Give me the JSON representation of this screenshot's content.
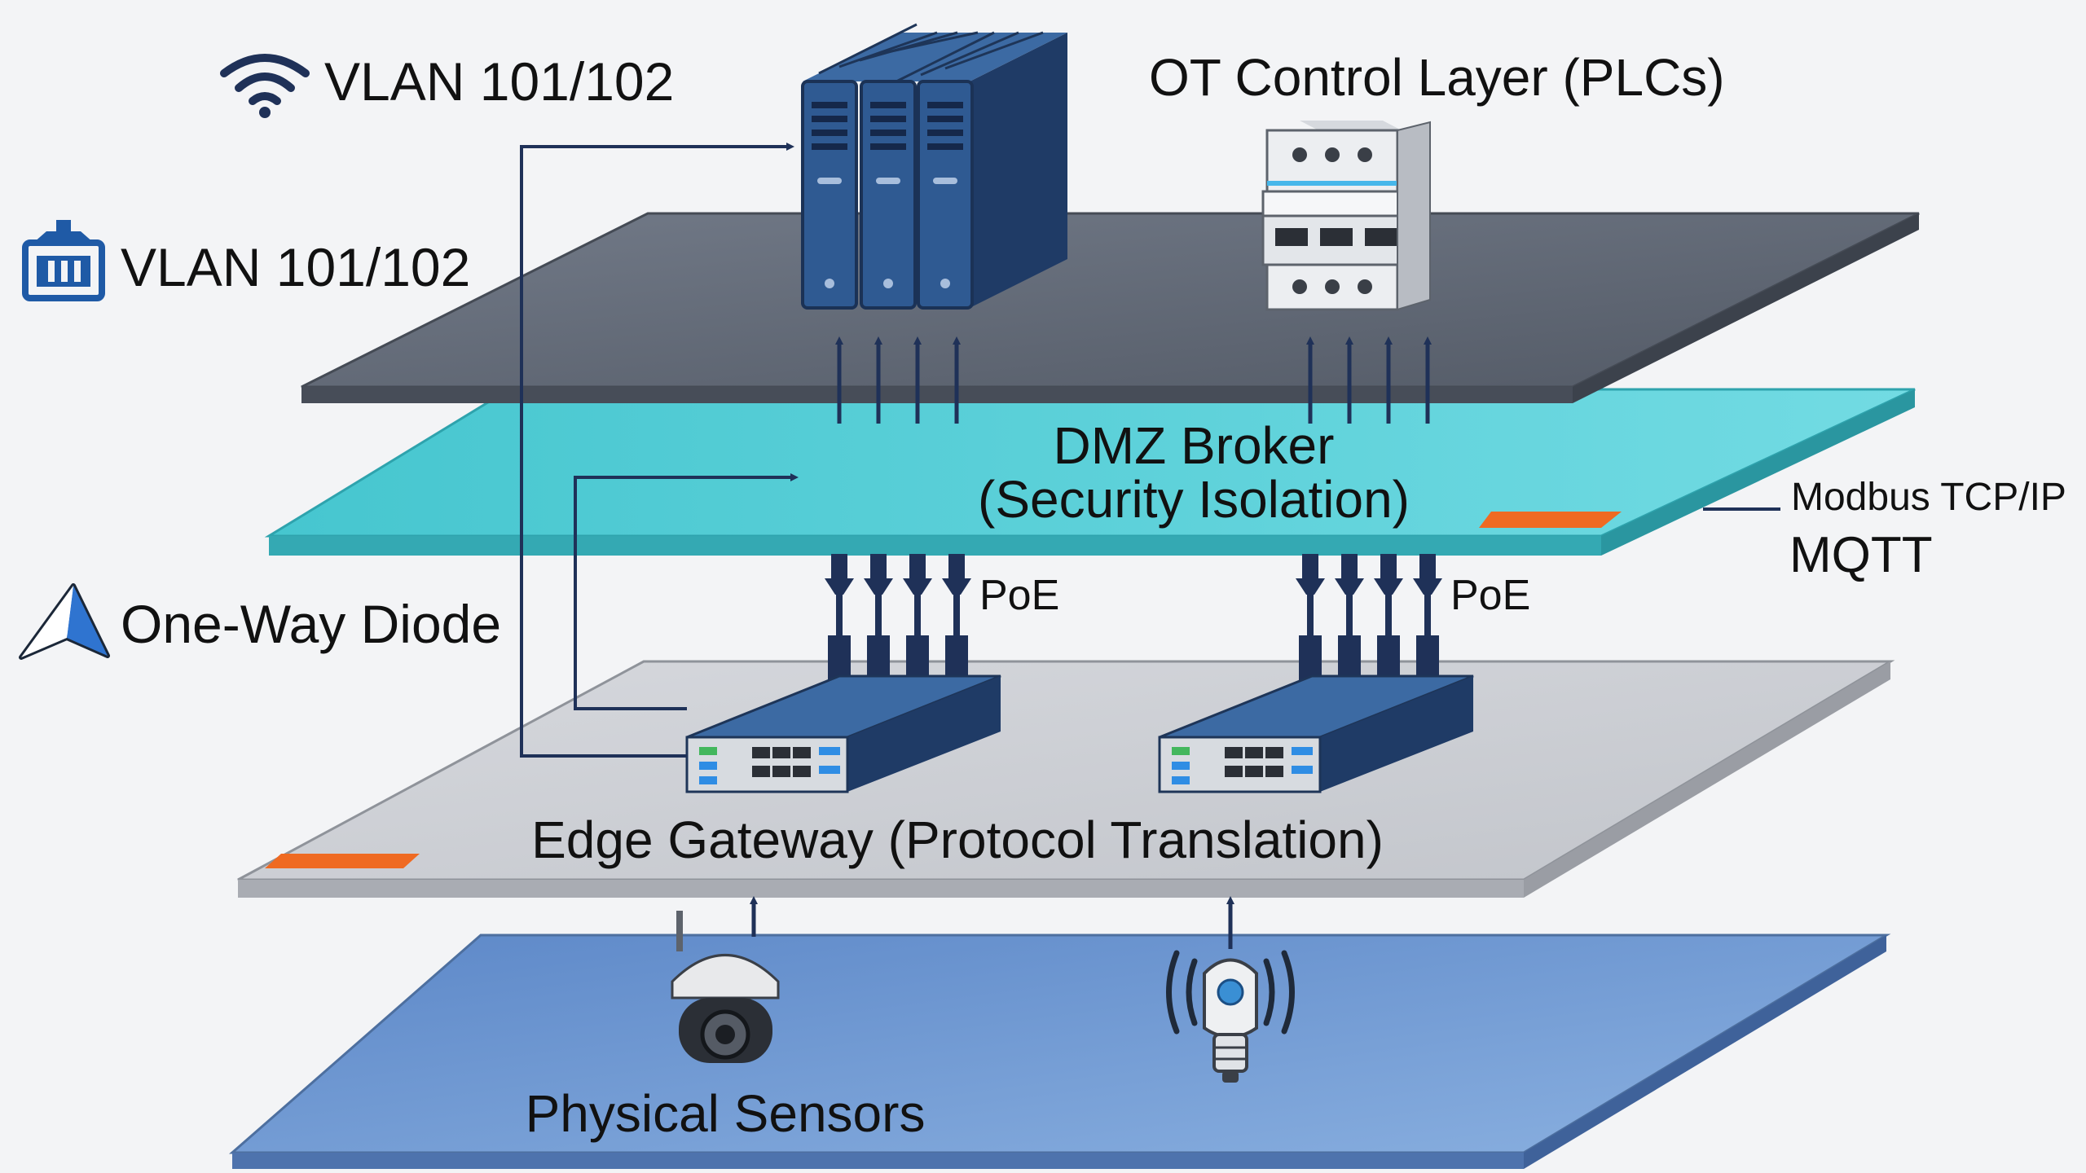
{
  "legend": [
    {
      "icon": "wifi-icon",
      "label": "VLAN 101/102"
    },
    {
      "icon": "network-switch-icon",
      "label": "VLAN 101/102"
    },
    {
      "icon": "diode-arrow-icon",
      "label": "One-Way Diode"
    }
  ],
  "layers": {
    "ot_control": {
      "title": "OT Control Layer (PLCs)"
    },
    "dmz": {
      "title_line1": "DMZ Broker",
      "title_line2": "(Security Isolation)"
    },
    "edge": {
      "title": "Edge Gateway (Protocol Translation)"
    },
    "sensors": {
      "title": "Physical Sensors"
    }
  },
  "connections": {
    "poe_left": "PoE",
    "poe_right": "PoE",
    "protocol_primary": "Modbus TCP/IP",
    "protocol_secondary": "MQTT"
  },
  "colors": {
    "ot_plane": "#5f6775",
    "dmz_plane": "#5ccfd9",
    "edge_plane": "#c9ccd2",
    "sensor_plane": "#6b97d2",
    "server": "#2f5a92",
    "arrow": "#1f3158",
    "accent_orange": "#ef6a22"
  }
}
